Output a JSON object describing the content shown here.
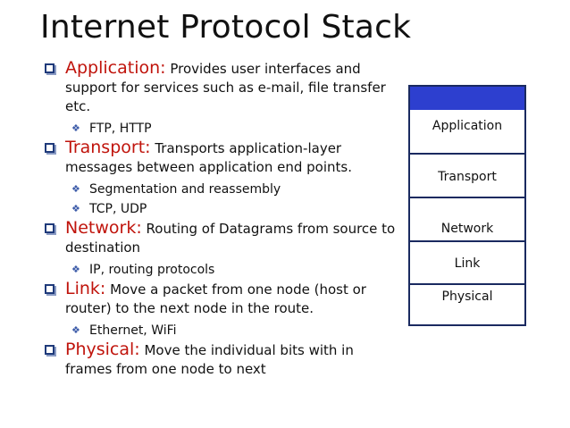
{
  "title": "Internet Protocol Stack",
  "items": [
    {
      "head": "Application:",
      "text": "Provides user interfaces and support for services such as e-mail, file transfer etc.",
      "subs": [
        "FTP, HTTP"
      ]
    },
    {
      "head": "Transport:",
      "text": "Transports application-layer messages between application end points.",
      "subs": [
        "Segmentation and reassembly",
        "TCP, UDP"
      ]
    },
    {
      "head": "Network:",
      "text": "Routing of Datagrams from source to destination",
      "subs": [
        "IP, routing protocols"
      ]
    },
    {
      "head": "Link:",
      "text": "Move a packet from one node (host or router) to the next node in the route.",
      "subs": [
        "Ethernet, WiFi"
      ]
    },
    {
      "head": "Physical:",
      "text": "Move the individual bits with in frames from one node to next",
      "subs": []
    }
  ],
  "stack": {
    "layers": [
      "Application",
      "Transport",
      "Network",
      "Link",
      "Physical"
    ]
  },
  "colors": {
    "heading": "#c0140c",
    "stack_cap": "#2d3fcf",
    "border": "#1a2a60"
  }
}
